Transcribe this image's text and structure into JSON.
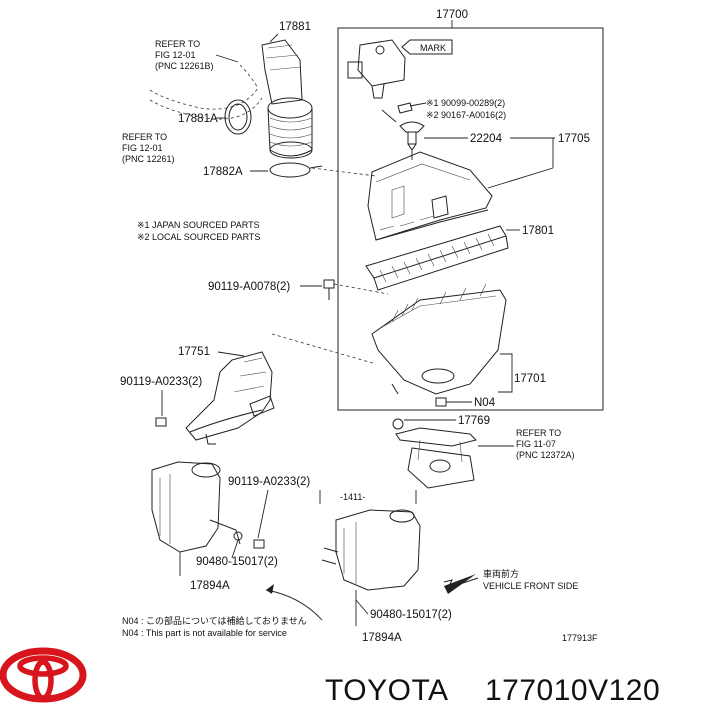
{
  "diagram": {
    "labels": {
      "p17881": "17881",
      "p17700": "17700",
      "refer1_l1": "REFER TO",
      "refer1_l2": "FIG 12-01",
      "refer1_l3": "(PNC 12261B)",
      "mark": "MARK",
      "note_90099": "※1 90099-00289(2)",
      "note_90167": "※2 90167-A0016(2)",
      "p17881A": "17881A",
      "refer2_l1": "REFER TO",
      "refer2_l2": "FIG 12-01",
      "refer2_l3": "(PNC 12261)",
      "p22204": "22204",
      "p17705": "17705",
      "p17882A": "17882A",
      "japan_note": "※1 JAPAN SOURCED PARTS",
      "local_note": "※2 LOCAL SOURCED PARTS",
      "p17801": "17801",
      "p90119_A0078": "90119-A0078(2)",
      "p17751": "17751",
      "p90119_A0233_a": "90119-A0233(2)",
      "p17701": "17701",
      "n04": "N04",
      "p17769": "17769",
      "refer3_l1": "REFER TO",
      "refer3_l2": "FIG 11-07",
      "refer3_l3": "(PNC 12372A)",
      "p90119_A0233_b": "90119-A0233(2)",
      "dim_1411": "-1411-",
      "p90480_a": "90480-15017(2)",
      "p17894A_a": "17894A",
      "front_jp": "車両前方",
      "front_en": "VEHICLE FRONT SIDE",
      "p90480_b": "90480-15017(2)",
      "n04_note_jp": "N04 : この部品については補給しておりません",
      "n04_note_en": "N04 : This part is not available for service",
      "p17894A_b": "17894A",
      "figure_code": "177913F"
    }
  },
  "footer": {
    "brand": "TOYOTA",
    "part_number": "177010V120",
    "logo_name": "TOYOTA"
  },
  "colors": {
    "logo_red": "#d8141c",
    "ink": "#222222"
  }
}
